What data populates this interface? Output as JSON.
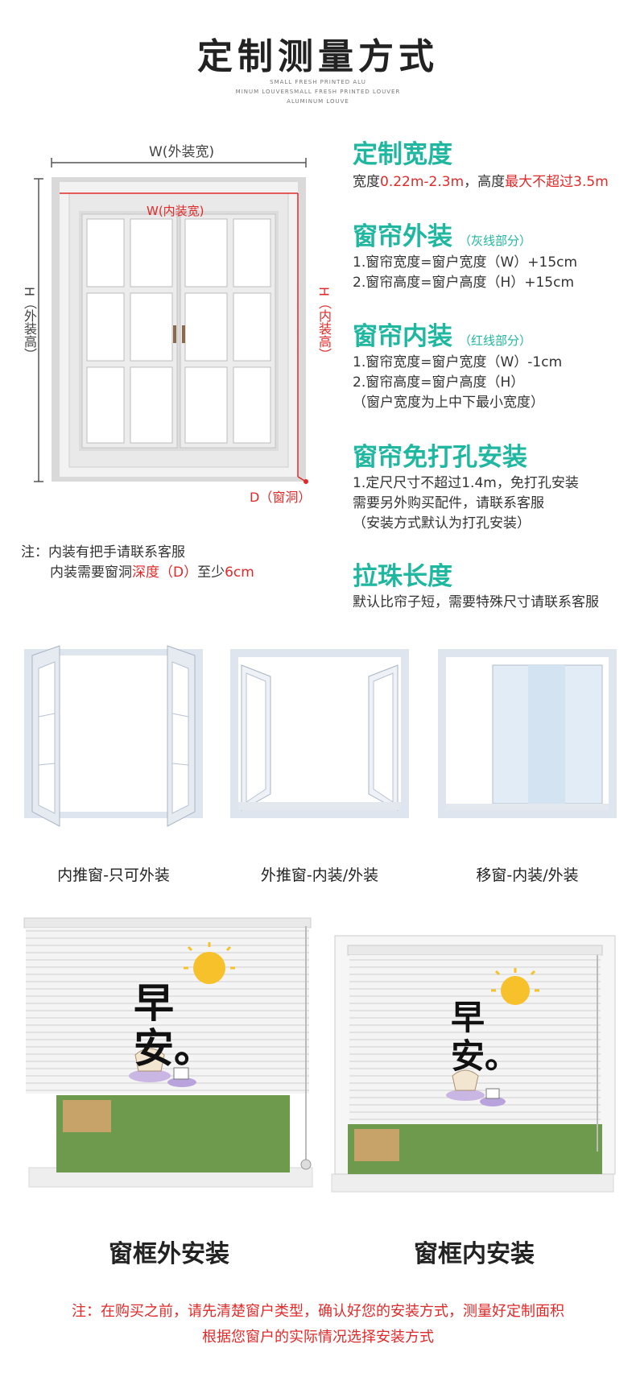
{
  "header": {
    "title": "定制测量方式",
    "sub1": "SMALL FRESH PRINTED ALU",
    "sub2": "MINUM LOUVERSMALL FRESH PRINTED LOUVER",
    "sub3": "ALUMINUM LOUVE"
  },
  "diagram": {
    "w_outer": "W(外装宽)",
    "w_inner": "W(内装宽)",
    "h_outer": "H（外装高）",
    "h_inner": "H（内装高）",
    "d_label": "D（窗洞）"
  },
  "width": {
    "title": "定制宽度",
    "prefix": "宽度",
    "range": "0.22m-2.3m",
    "mid": "，高度",
    "max": "最大不超过3.5m"
  },
  "outer": {
    "title": "窗帘外装",
    "note": "（灰线部分）",
    "line1": "1.窗帘宽度=窗户宽度（W）+15cm",
    "line2": "2.窗帘高度=窗户高度（H）+15cm"
  },
  "inner": {
    "title": "窗帘内装",
    "note": "（红线部分）",
    "line1": "1.窗帘宽度=窗户宽度（W）-1cm",
    "line2": "2.窗帘高度=窗户高度（H）",
    "line3": "（窗户宽度为上中下最小宽度）"
  },
  "nodrill": {
    "title": "窗帘免打孔安装",
    "line1": "1.定尺尺寸不超过1.4m，免打孔安装",
    "line2": "需要另外购买配件，请联系客服",
    "line3": "（安装方式默认为打孔安装）"
  },
  "pull": {
    "title": "拉珠长度",
    "line1": "默认比帘子短，需要特殊尺寸请联系客服"
  },
  "note": {
    "line1": "注：内装有把手请联系客服",
    "line2_pre": "内装需要窗洞",
    "line2_red": "深度（D）",
    "line2_post": "至少",
    "line2_val": "6cm"
  },
  "windows": [
    "内推窗-只可外装",
    "外推窗-内装/外装",
    "移窗-内装/外装"
  ],
  "blinds": {
    "text": "早安。",
    "cap1": "窗框外安装",
    "cap2": "窗框内安装"
  },
  "footer": {
    "line1": "注：在购买之前，请先清楚窗户类型，确认好您的安装方式，测量好定制面积",
    "line2": "根据您窗户的实际情况选择安装方式"
  },
  "colors": {
    "accent": "#20b7a0",
    "red": "#e02a2a"
  }
}
